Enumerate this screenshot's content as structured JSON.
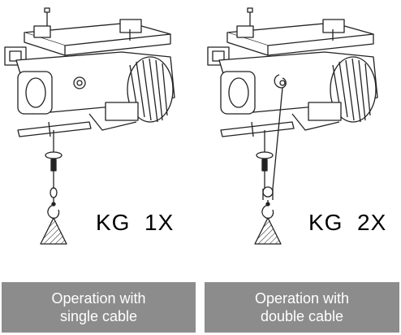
{
  "left_panel": {
    "label": "KG  1X",
    "caption_line1": "Operation with",
    "caption_line2": "single cable"
  },
  "right_panel": {
    "label": "KG  2X",
    "caption_line1": "Operation with",
    "caption_line2": "double cable"
  },
  "colors": {
    "caption_background": "#8c8c8c",
    "caption_text": "#ffffff",
    "line_art": "#222222"
  }
}
